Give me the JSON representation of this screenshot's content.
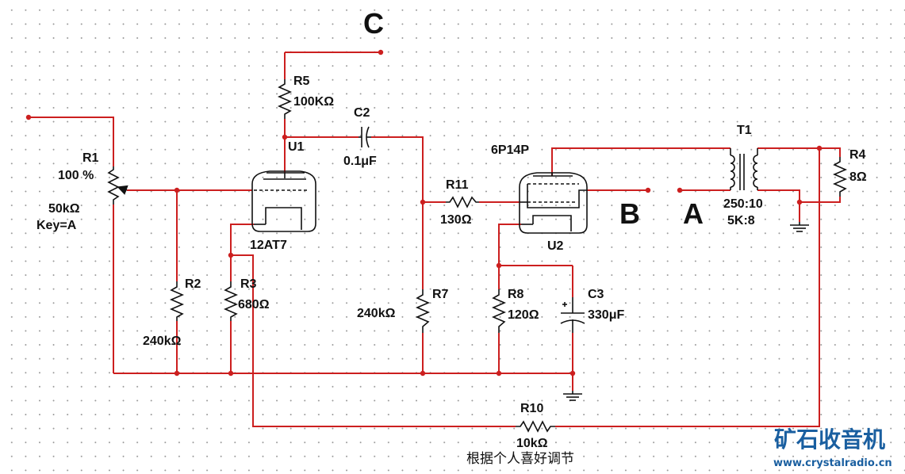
{
  "colors": {
    "wire": "#cc1f1f",
    "component": "#111111",
    "grid_dot": "#9a9a9a",
    "watermark": "#1a5fa0"
  },
  "nodes": {
    "c": "C",
    "b": "B",
    "a": "A"
  },
  "components": {
    "r1": {
      "ref": "R1",
      "setting": "100 %",
      "value": "50kΩ",
      "key": "Key=A"
    },
    "r2": {
      "ref": "R2",
      "value": "240kΩ"
    },
    "r3": {
      "ref": "R3",
      "value": "680Ω"
    },
    "r4": {
      "ref": "R4",
      "value": "8Ω"
    },
    "r5": {
      "ref": "R5",
      "value": "100KΩ"
    },
    "r7": {
      "ref": "R7",
      "value": "240kΩ"
    },
    "r8": {
      "ref": "R8",
      "value": "120Ω"
    },
    "r10": {
      "ref": "R10",
      "value": "10kΩ"
    },
    "r11": {
      "ref": "R11",
      "value": "130Ω"
    },
    "c2": {
      "ref": "C2",
      "value": "0.1μF"
    },
    "c3": {
      "ref": "C3",
      "value": "330μF"
    },
    "u1": {
      "ref": "U1",
      "type": "12AT7"
    },
    "u2": {
      "ref": "U2",
      "type": "6P14P"
    },
    "t1": {
      "ref": "T1",
      "ratio": "250:10",
      "impedance": "5K:8"
    }
  },
  "note": "根据个人喜好调节",
  "watermark": {
    "title": "矿石收音机",
    "url": "www.crystalradio.cn"
  }
}
